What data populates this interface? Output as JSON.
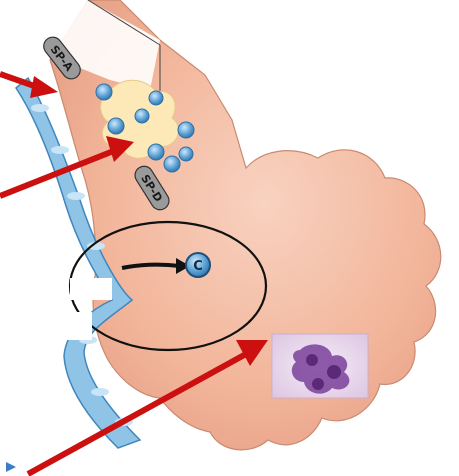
{
  "labels": {
    "sp_a": "SP-A",
    "sp_d": "SP-D",
    "complement": "C"
  },
  "colors": {
    "cell_body": "#f2b59a",
    "cell_edge": "#c98a72",
    "membrane": "#8fc4e6",
    "vesicle": "#5aa0d4",
    "pathogen": "#fde8b8",
    "arrow": "#cc1010",
    "tag_fill": "#9a9a9a",
    "neutrophil_bg": "#f1e3f2",
    "nucleus": "#7a3f9a"
  },
  "icons": [
    "arrow-icon",
    "neutrophil-icon",
    "complement-icon"
  ]
}
